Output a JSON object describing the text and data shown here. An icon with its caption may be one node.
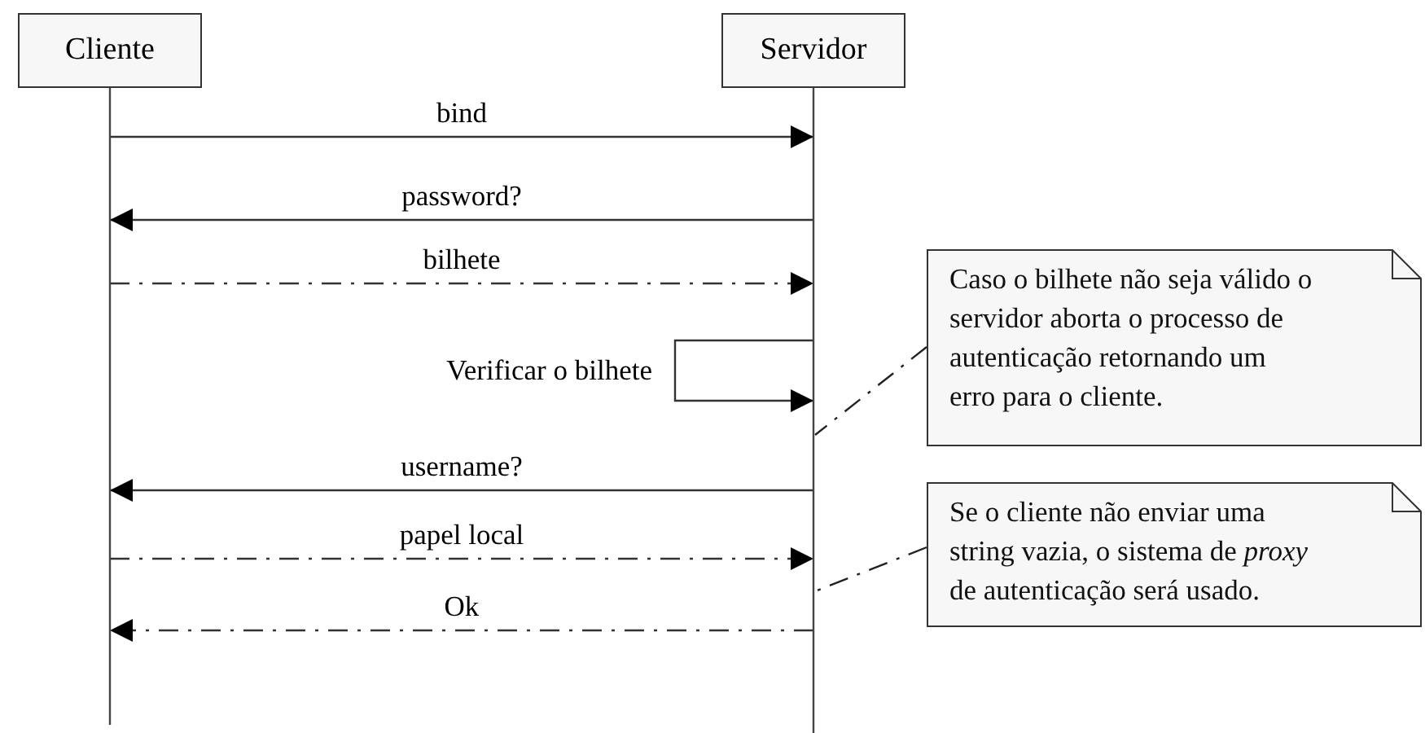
{
  "diagram": {
    "nodes": [
      {
        "text": [
          "Cliente"
        ]
      },
      {
        "text": [
          "Servidor"
        ]
      },
      {
        "text": [
          "Caso o bilhete não seja válido o servidor aborta o processo de autenticação retornando um erro para o cliente."
        ]
      },
      {
        "text": [
          "Se o cliente não enviar uma string vazia, o sistema de *proxy* de autenticação será usado."
        ]
      }
    ],
    "edges": [
      {
        "from": 0,
        "to": 1,
        "arrow": "to",
        "label": "bind"
      },
      {
        "from": 1,
        "to": 0,
        "arrow": "to",
        "label": "password?"
      },
      {
        "from": 0,
        "to": 1,
        "arrow": "to",
        "label": "bilhete",
        "style": "dashed"
      },
      {
        "from": 1,
        "to": 1,
        "arrow": "to",
        "label": "Verificar o bilhete"
      },
      {
        "from": 1,
        "to": 0,
        "arrow": "to",
        "label": "username?"
      },
      {
        "from": 0,
        "to": 1,
        "arrow": "to",
        "label": "papel local",
        "style": "dashed"
      },
      {
        "from": 1,
        "to": 0,
        "arrow": "to",
        "label": "Ok",
        "style": "dashed"
      },
      {
        "from": 2,
        "to": 1,
        "arrow": "none",
        "style": "dashed"
      },
      {
        "from": 3,
        "to": 1,
        "arrow": "none",
        "style": "dashed"
      }
    ]
  }
}
